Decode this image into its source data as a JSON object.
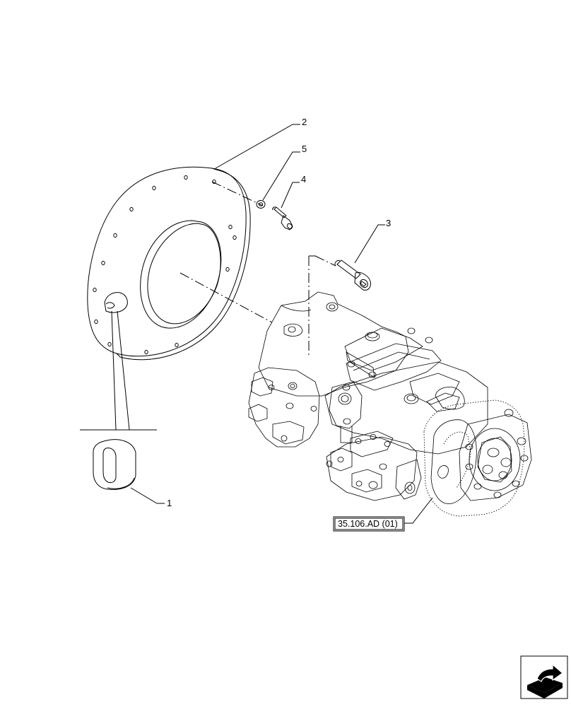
{
  "callouts": {
    "item_1": "1",
    "item_2": "2",
    "item_3": "3",
    "item_4": "4",
    "item_5": "5"
  },
  "reference_box": {
    "label": "35.106.AD (01)"
  },
  "nav_icon": "next-page-arrow-icon"
}
